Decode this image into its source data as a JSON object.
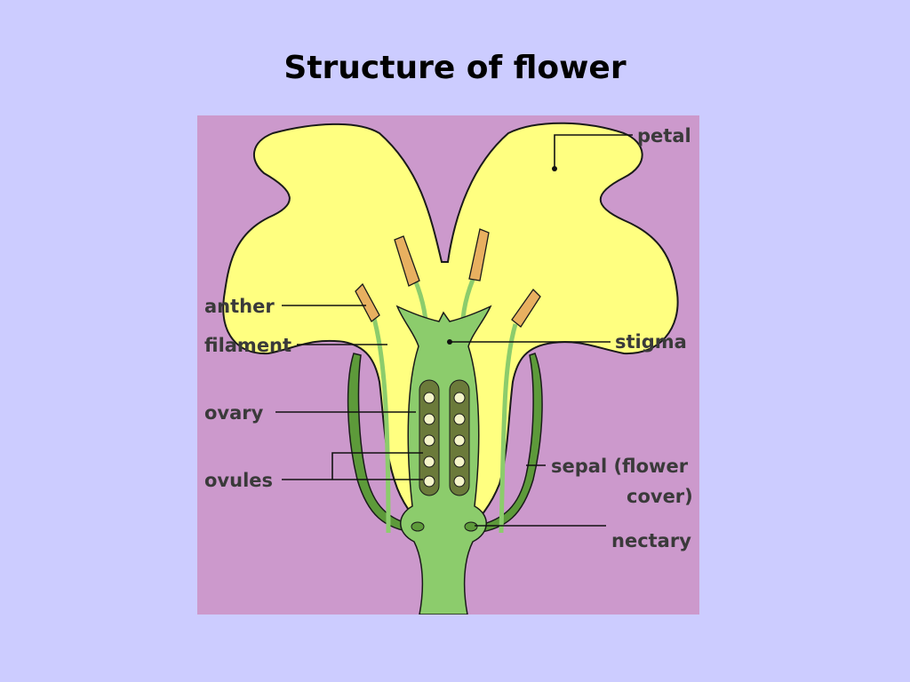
{
  "title": "Structure of flower",
  "colors": {
    "slide_background": "#ccccff",
    "panel_background": "#cc99cc",
    "petal": "#ffff80",
    "tissue_green": "#8ccc6c",
    "ovary_dark": "#6b7a3a",
    "anther": "#e8b060"
  },
  "labels": {
    "petal": "petal",
    "anther": "anther",
    "filament": "filament",
    "stigma": "stigma",
    "ovary": "ovary",
    "ovules": "ovules",
    "sepal_line1": "sepal (flower",
    "sepal_line2": "cover)",
    "nectary": "nectary"
  }
}
